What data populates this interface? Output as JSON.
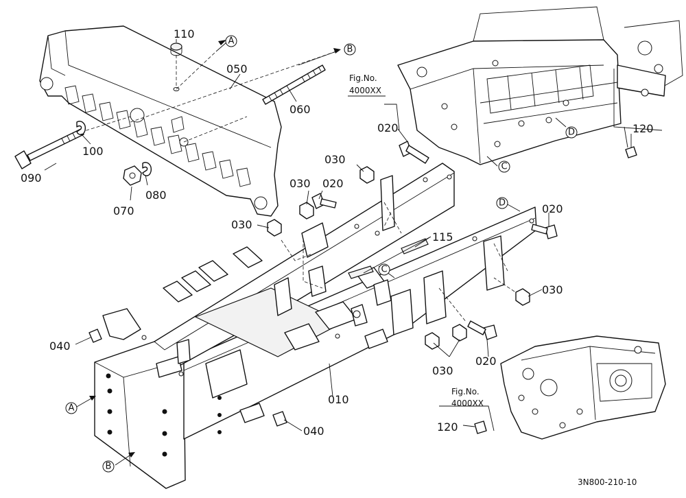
{
  "labels": {
    "p010": "010",
    "p020a": "020",
    "p020b": "020",
    "p020c": "020",
    "p020d": "020",
    "p030a": "030",
    "p030b": "030",
    "p030c": "030",
    "p030d": "030",
    "p030e": "030",
    "p040a": "040",
    "p040b": "040",
    "p050": "050",
    "p060": "060",
    "p070": "070",
    "p080": "080",
    "p090": "090",
    "p100": "100",
    "p110": "110",
    "p115": "115",
    "p120a": "120",
    "p120b": "120"
  },
  "refs": {
    "A": "A",
    "B": "B",
    "C": "C",
    "D": "D"
  },
  "figrefs": {
    "top_line1": "Fig.No.",
    "top_line2": "4000XX",
    "bottom_line1": "Fig.No.",
    "bottom_line2": "4000XX"
  },
  "drawing_code": "3N800-210-10"
}
